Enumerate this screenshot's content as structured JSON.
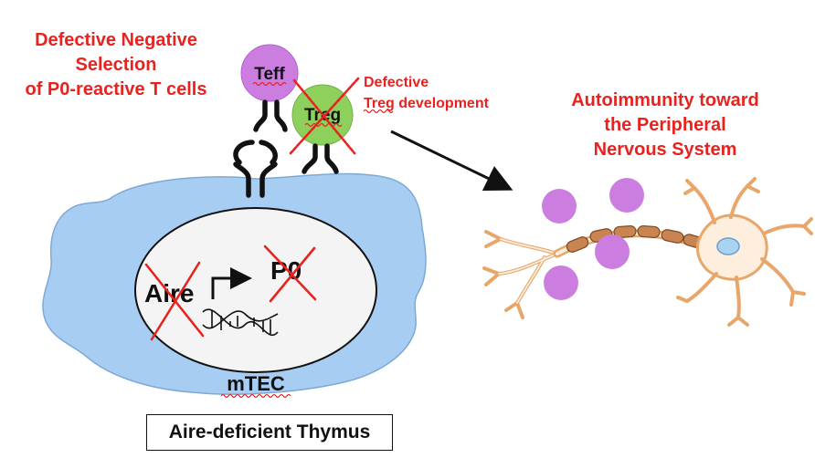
{
  "labels": {
    "negative_selection": [
      "Defective Negative",
      "Selection",
      "of P0-reactive T cells"
    ],
    "defective_treg": [
      "Defective",
      "Treg development"
    ],
    "autoimmunity": [
      "Autoimmunity toward",
      "the Peripheral",
      "Nervous System"
    ],
    "teff": "Teff",
    "treg": "Treg",
    "aire": "Aire",
    "p0": "P0",
    "mtec": "mTEC",
    "caption": "Aire-deficient Thymus"
  },
  "colors": {
    "accent_red": "#e8231f",
    "mtec_blue": "#a8cdf2",
    "teff_purple": "#cc7de0",
    "treg_green": "#8ed05c",
    "neuron_fill": "#fdeedd",
    "nucleus_blue": "#a8d4f2"
  }
}
